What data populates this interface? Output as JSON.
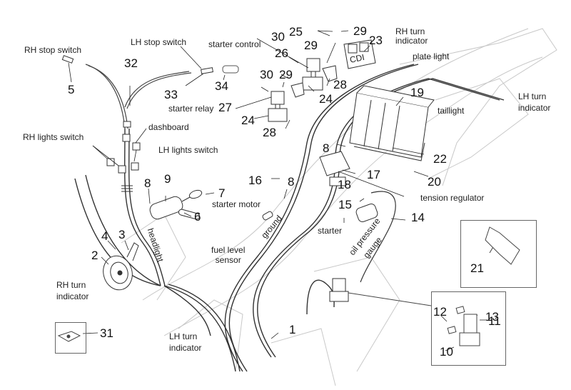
{
  "diagram": {
    "type": "exploded parts diagram",
    "subject": "electrical system / wiring harness",
    "text_labels": {
      "rh_stop_switch": "RH stop switch",
      "lh_stop_switch": "LH stop switch",
      "starter_control": "starter control",
      "rh_turn_indicator_top": "RH turn\nindicator",
      "plate_light": "plate light",
      "lh_turn_indicator_right": "LH turn\nindicator",
      "taillight": "taillight",
      "starter_relay": "starter relay",
      "dashboard": "dashboard",
      "rh_lights_switch": "RH lights switch",
      "lh_lights_switch": "LH lights switch",
      "starter_motor": "starter motor",
      "ground": "ground",
      "headlight": "headlight",
      "tension_regulator": "tension regulator",
      "starter": "starter",
      "oil_pressure_gauge": "oil pressure\ngauge",
      "fuel_level_sensor": "fuel level\nsensor",
      "rh_turn_indicator_left": "RH turn\nindicator",
      "lh_turn_indicator_bottom": "LH turn\nindicator",
      "cdi": "CDI"
    },
    "part_numbers": [
      "1",
      "2",
      "3",
      "4",
      "5",
      "6",
      "7",
      "8",
      "9",
      "10",
      "11",
      "12",
      "13",
      "14",
      "15",
      "16",
      "17",
      "18",
      "19",
      "20",
      "21",
      "22",
      "23",
      "24",
      "25",
      "26",
      "27",
      "28",
      "29",
      "30",
      "31",
      "32",
      "33",
      "34"
    ],
    "callouts": {
      "n1": "1",
      "n2": "2",
      "n3": "3",
      "n4": "4",
      "n5": "5",
      "n6": "6",
      "n7": "7",
      "n8a": "8",
      "n8b": "8",
      "n8c": "8",
      "n9": "9",
      "n10": "10",
      "n11": "11",
      "n12": "12",
      "n13": "13",
      "n14": "14",
      "n15": "15",
      "n16": "16",
      "n17": "17",
      "n18": "18",
      "n19": "19",
      "n20": "20",
      "n21": "21",
      "n22": "22",
      "n23": "23",
      "n24a": "24",
      "n24b": "24",
      "n25": "25",
      "n26": "26",
      "n27": "27",
      "n28a": "28",
      "n28b": "28",
      "n29a": "29",
      "n29b": "29",
      "n29c": "29",
      "n30a": "30",
      "n30b": "30",
      "n31": "31",
      "n32": "32",
      "n33": "33",
      "n34": "34"
    },
    "insets": [
      "fuse holder detail (10, 11, 12, 13)",
      "clip detail (21)",
      "clip nut detail (31)"
    ]
  }
}
